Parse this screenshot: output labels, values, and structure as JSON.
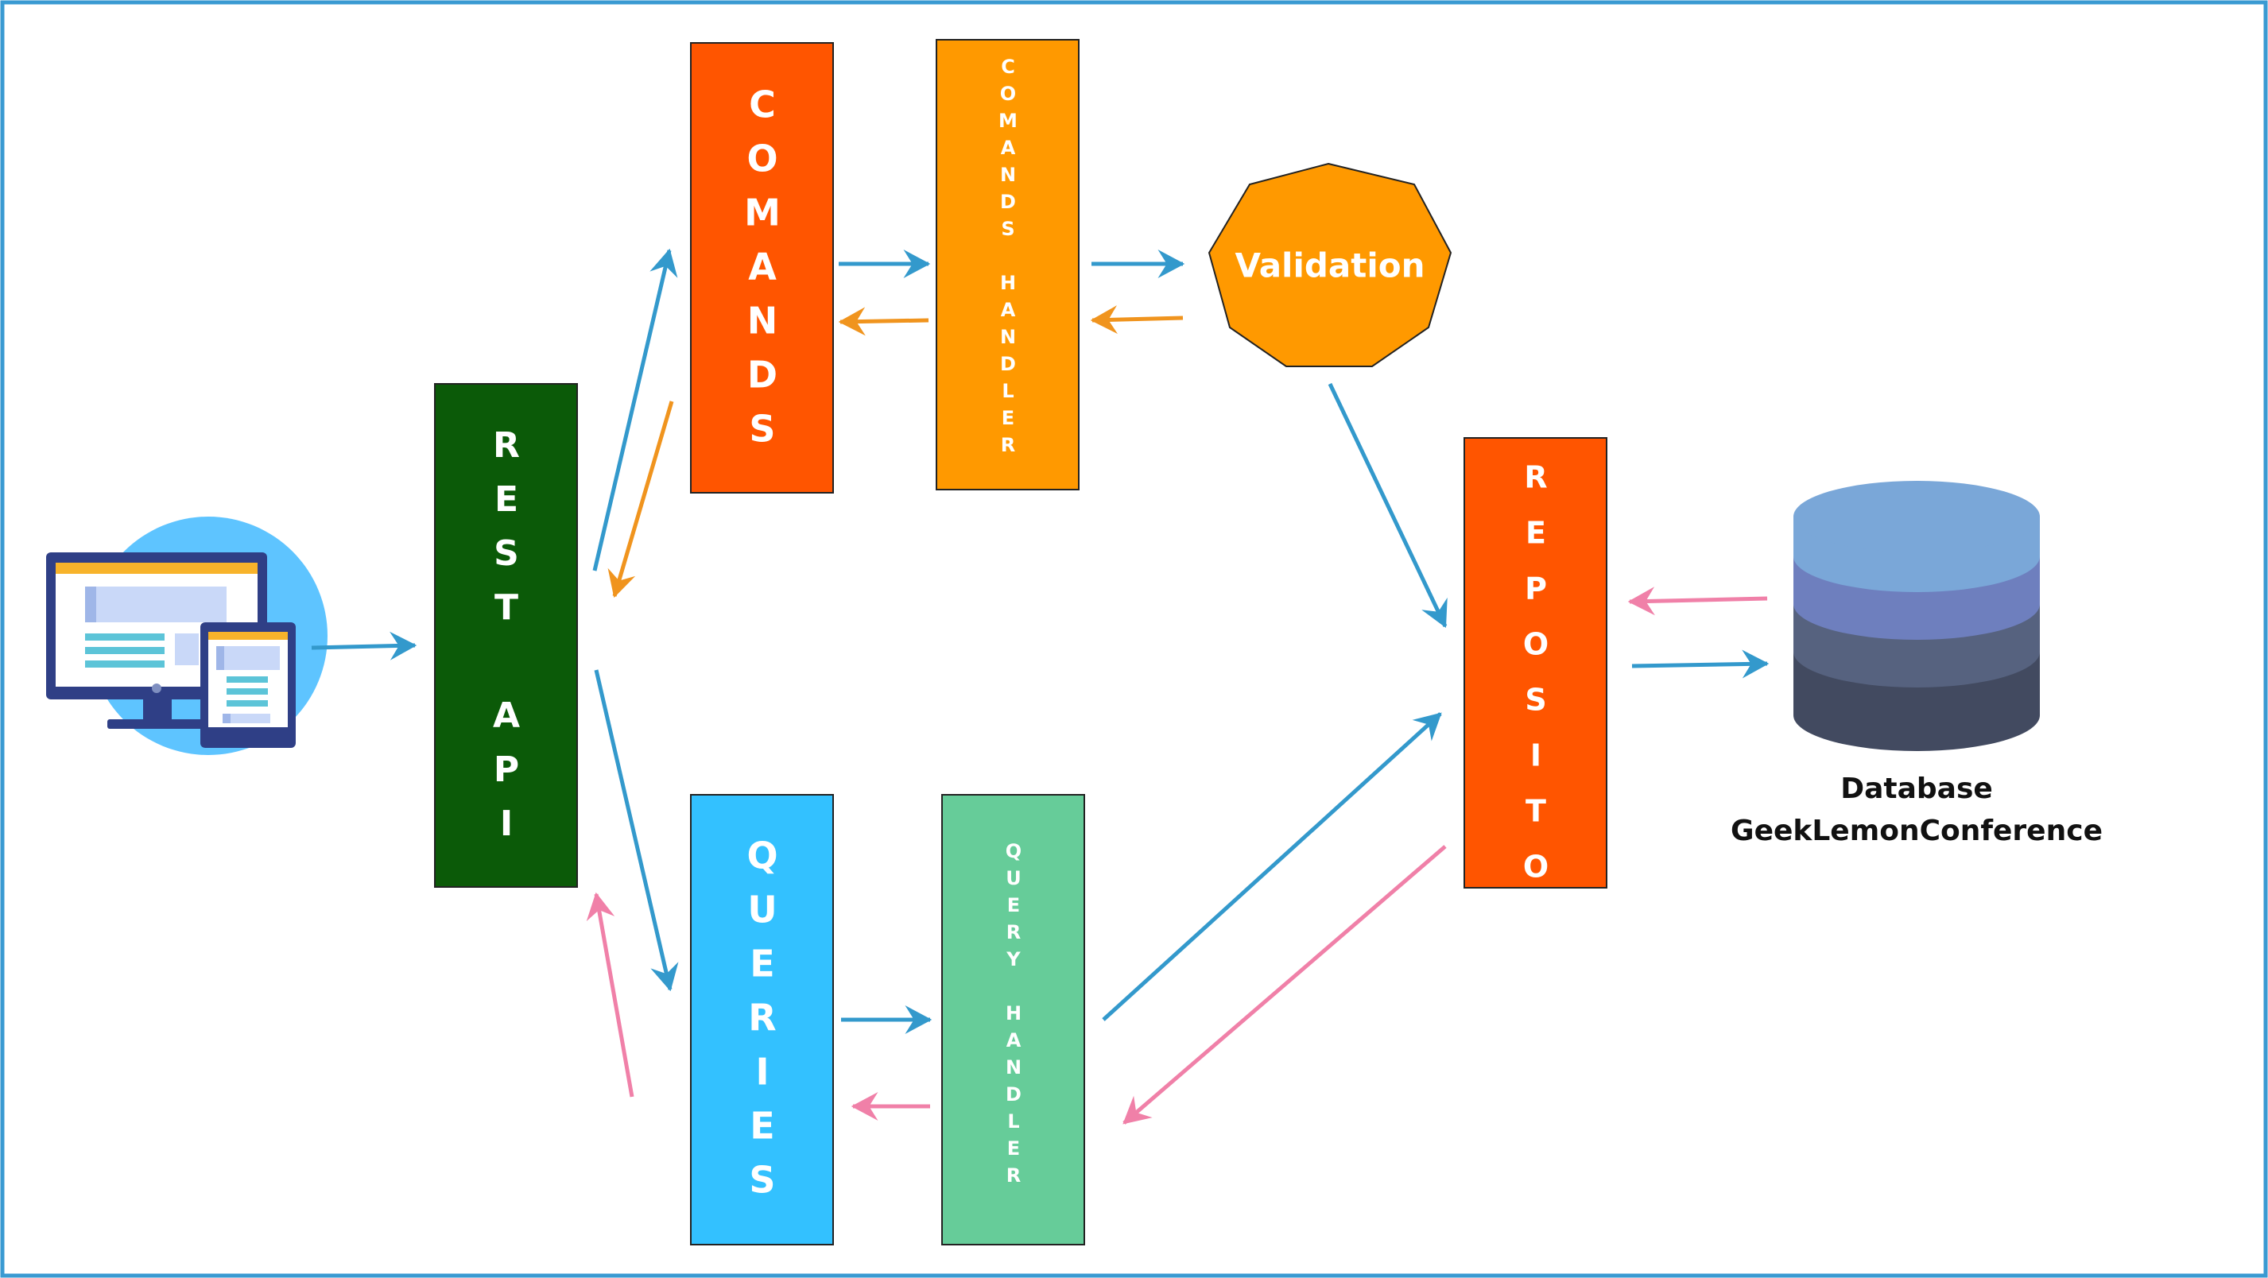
{
  "diagram": {
    "boxes": {
      "rest_api": {
        "text": "REST API",
        "color": "#0b5a08"
      },
      "commands": {
        "text": "COMANDS",
        "color": "#ff5500"
      },
      "commands_handler": {
        "text": "COMANDS HANDLER",
        "color": "#ff9900"
      },
      "queries": {
        "text": "QUERIES",
        "color": "#33c1ff"
      },
      "query_handler": {
        "text": "QUERY HANDLER",
        "color": "#66cc99"
      },
      "repository": {
        "text": "REPOSITORY",
        "color": "#ff5500"
      }
    },
    "validation": {
      "text": "Validation",
      "color": "#ff9900"
    },
    "database": {
      "label_line1": "Database",
      "label_line2": "GeekLemonConference",
      "colors": [
        "#7aa7d8",
        "#6e7fbe",
        "#56627f",
        "#424a60"
      ]
    },
    "arrow_colors": {
      "request": "#3399cc",
      "command_response": "#f0941e",
      "query_response": "#f080a8"
    },
    "client_icon": "desktop-and-tablet-icon"
  }
}
